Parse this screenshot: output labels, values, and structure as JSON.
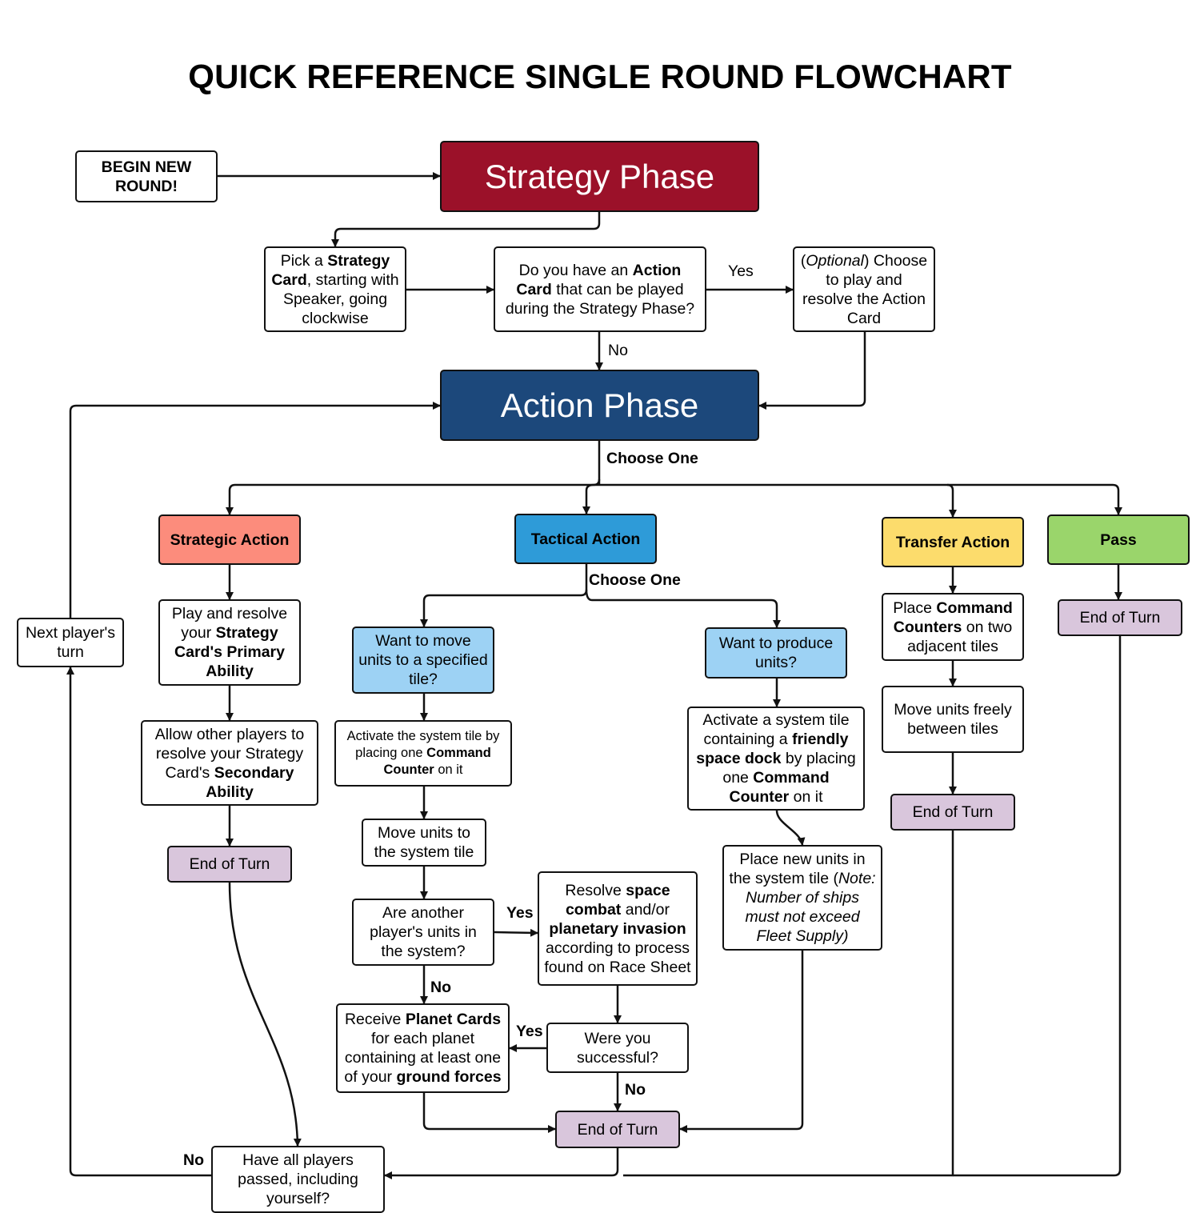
{
  "title": "QUICK REFERENCE SINGLE ROUND FLOWCHART",
  "colors": {
    "strategy_phase": "#9b1129",
    "action_phase": "#1c487b",
    "strategic_action": "#fc8c7c",
    "tactical_action": "#2e9bd8",
    "transfer_action": "#fcdc6c",
    "pass": "#9ad56b",
    "question": "#9dd2f4",
    "end_of_turn": "#d9c6dc"
  },
  "nodes": {
    "begin": "BEGIN NEW\nROUND!",
    "strategy_phase": "Strategy Phase",
    "pick_card": [
      {
        "t": "Pick a "
      },
      {
        "t": "Strategy Card",
        "b": true
      },
      {
        "t": ", starting with Speaker, going clockwise"
      }
    ],
    "have_action_card": [
      {
        "t": "Do you have an "
      },
      {
        "t": "Action Card",
        "b": true
      },
      {
        "t": " that can be played during the Strategy Phase?"
      }
    ],
    "optional_action_card": [
      {
        "t": "("
      },
      {
        "t": "Optional",
        "i": true
      },
      {
        "t": ") Choose to play and resolve the Action Card"
      }
    ],
    "action_phase": "Action Phase",
    "next_player": "Next player's turn",
    "strategic_action": "Strategic Action",
    "tactical_action": "Tactical Action",
    "transfer_action": "Transfer Action",
    "pass": "Pass",
    "primary_ability": [
      {
        "t": "Play and resolve your "
      },
      {
        "t": "Strategy Card's Primary Ability",
        "b": true
      }
    ],
    "secondary_ability": [
      {
        "t": "Allow other players to resolve your Strategy Card's "
      },
      {
        "t": "Secondary Ability",
        "b": true
      }
    ],
    "end_strategic": "End of  Turn",
    "want_move": "Want to move units to a specified tile?",
    "activate_system": [
      {
        "t": "Activate the system tile by placing one "
      },
      {
        "t": "Command Counter",
        "b": true
      },
      {
        "t": " on it"
      }
    ],
    "move_units": "Move units to the system tile",
    "another_players_units": "Are another player's units in the system?",
    "resolve_combat": [
      {
        "t": "Resolve "
      },
      {
        "t": "space combat",
        "b": true
      },
      {
        "t": " and/or "
      },
      {
        "t": "planetary invasion",
        "b": true
      },
      {
        "t": " according to process found on Race Sheet"
      }
    ],
    "receive_planet_cards": [
      {
        "t": "Receive "
      },
      {
        "t": "Planet Cards",
        "b": true
      },
      {
        "t": " for each planet containing at least one of your "
      },
      {
        "t": "ground forces",
        "b": true
      }
    ],
    "were_successful": "Were you successful?",
    "end_tactical": "End of  Turn",
    "want_produce": "Want to produce units?",
    "activate_space_dock": [
      {
        "t": "Activate a system tile containing a "
      },
      {
        "t": "friendly space dock",
        "b": true
      },
      {
        "t": " by placing one "
      },
      {
        "t": "Command Counter",
        "b": true
      },
      {
        "t": " on it"
      }
    ],
    "place_new_units": [
      {
        "t": "Place new units in the system tile ("
      },
      {
        "t": "Note: Number of ships must not exceed Fleet Supply)",
        "i": true
      }
    ],
    "place_command_counters": [
      {
        "t": "Place "
      },
      {
        "t": "Command Counters",
        "b": true
      },
      {
        "t": " on two adjacent tiles"
      }
    ],
    "move_freely": "Move units freely between tiles",
    "end_transfer": "End of  Turn",
    "end_pass": "End of  Turn",
    "all_passed": "Have all players passed, including yourself?"
  },
  "labels": {
    "yes_action_card": "Yes",
    "no_action_card": "No",
    "choose_one_action": "Choose One",
    "choose_one_tactical": "Choose One",
    "yes_other_units": "Yes",
    "no_other_units": "No",
    "yes_successful": "Yes",
    "no_successful": "No",
    "no_all_passed": "No"
  }
}
